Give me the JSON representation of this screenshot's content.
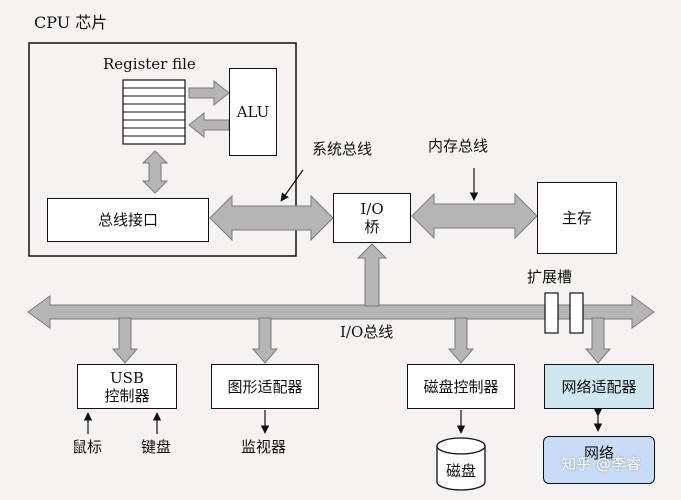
{
  "cpu": {
    "title": "CPU 芯片",
    "register_file": "Register file",
    "alu": "ALU",
    "bus_interface": "总线接口"
  },
  "buses": {
    "system_bus": "系统总线",
    "memory_bus": "内存总线",
    "io_bus": "I/O总线",
    "expansion_slot": "扩展槽"
  },
  "io_bridge": {
    "line1": "I/O",
    "line2": "桥"
  },
  "main_memory": "主存",
  "controllers": {
    "usb_line1": "USB",
    "usb_line2": "控制器",
    "graphics": "图形适配器",
    "disk_controller": "磁盘控制器",
    "network_adapter": "网络适配器"
  },
  "devices": {
    "mouse": "鼠标",
    "keyboard": "键盘",
    "monitor": "监视器",
    "disk": "磁盘",
    "network": "网络"
  },
  "watermark": "知乎 @李睿",
  "colors": {
    "bus_fill": "#b5b5b5",
    "network_adapter_fill": "#cfe7f0",
    "network_fill": "#c8dcf6"
  }
}
